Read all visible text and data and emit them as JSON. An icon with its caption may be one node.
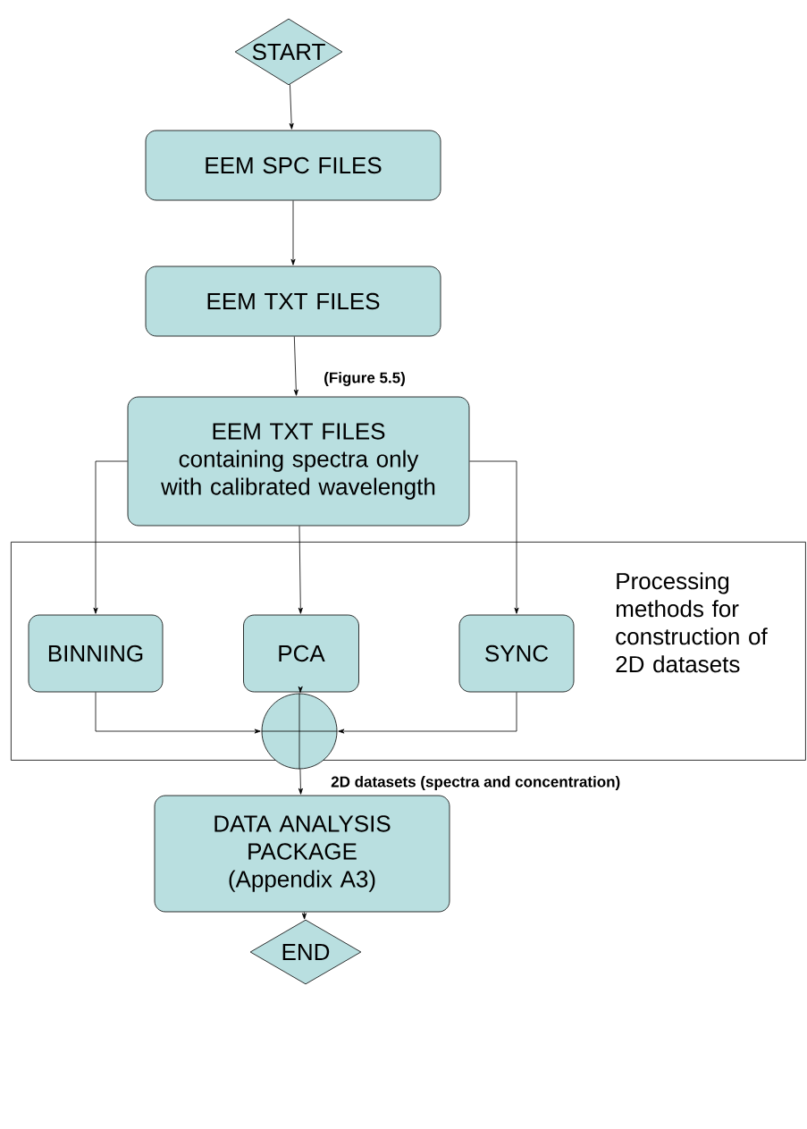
{
  "diagram": {
    "nodes": [
      {
        "text": [
          "START"
        ]
      },
      {
        "text": [
          "EEM SPC FILES"
        ]
      },
      {
        "text": [
          "EEM TXT FILES"
        ]
      },
      {
        "text": [
          "EEM TXT FILES containing spectra only with calibrated wavelength"
        ]
      },
      {
        "text": [
          "Processing methods for construction of 2D datasets"
        ]
      },
      {
        "text": [
          "BINNING"
        ],
        "in": 4
      },
      {
        "text": [
          "PCA"
        ],
        "in": 4
      },
      {
        "text": [
          "SYNC"
        ],
        "in": 4
      },
      {
        "text": [],
        "shape": "circle"
      },
      {
        "text": [
          "DATA ANALYSIS PACKAGE (Appendix A3)"
        ]
      },
      {
        "text": [
          "END"
        ]
      }
    ],
    "edges": [
      {
        "from": 0,
        "to": 1,
        "arrow": "to"
      },
      {
        "from": 1,
        "to": 2,
        "arrow": "to"
      },
      {
        "from": 2,
        "to": 3,
        "arrow": "to",
        "label": "(Figure 5.5)"
      },
      {
        "from": 3,
        "to": 5,
        "arrow": "to"
      },
      {
        "from": 3,
        "to": 6,
        "arrow": "to"
      },
      {
        "from": 3,
        "to": 7,
        "arrow": "to"
      },
      {
        "from": 5,
        "to": 8,
        "arrow": "to"
      },
      {
        "from": 6,
        "to": 8,
        "arrow": "to"
      },
      {
        "from": 7,
        "to": 8,
        "arrow": "to"
      },
      {
        "from": 8,
        "to": 9,
        "arrow": "to",
        "label": "2D datasets (spectra and concentration)"
      },
      {
        "from": 9,
        "to": 10,
        "arrow": "to"
      }
    ]
  }
}
